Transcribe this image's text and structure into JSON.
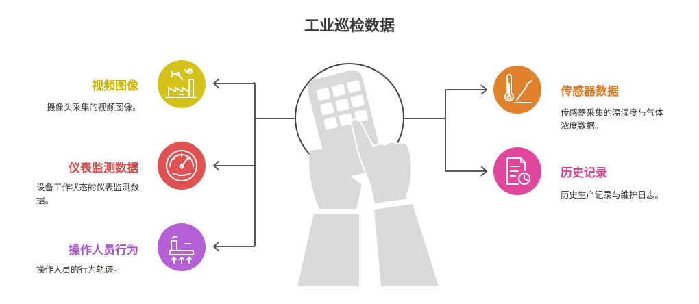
{
  "title": "工业巡检数据",
  "left": [
    {
      "label": "视频图像",
      "desc": "摄像头采集的视频图像。",
      "color": "#d4c21a",
      "label_color": "#c9b200",
      "icon": "factory-robot-arm-icon"
    },
    {
      "label": "仪表监测数据",
      "desc": "设备工作状态的仪表监测数据。",
      "color": "#e05252",
      "label_color": "#d94a4a",
      "icon": "gauge-icon"
    },
    {
      "label": "操作人员行为",
      "desc": "操作人员的行为轨迹。",
      "color": "#b55fd6",
      "label_color": "#a94fd0",
      "icon": "personnel-tracking-icon"
    }
  ],
  "right": [
    {
      "label": "传感器数据",
      "desc": "传感器采集的温湿度与气体浓度数据。",
      "color": "#e0812c",
      "label_color": "#d9761e",
      "icon": "thermometer-icon"
    },
    {
      "label": "历史记录",
      "desc": "历史生产记录与维护日志。",
      "color": "#e0479c",
      "label_color": "#d6418f",
      "icon": "document-clock-icon"
    }
  ],
  "center_icon": "hand-on-tablet-icon"
}
